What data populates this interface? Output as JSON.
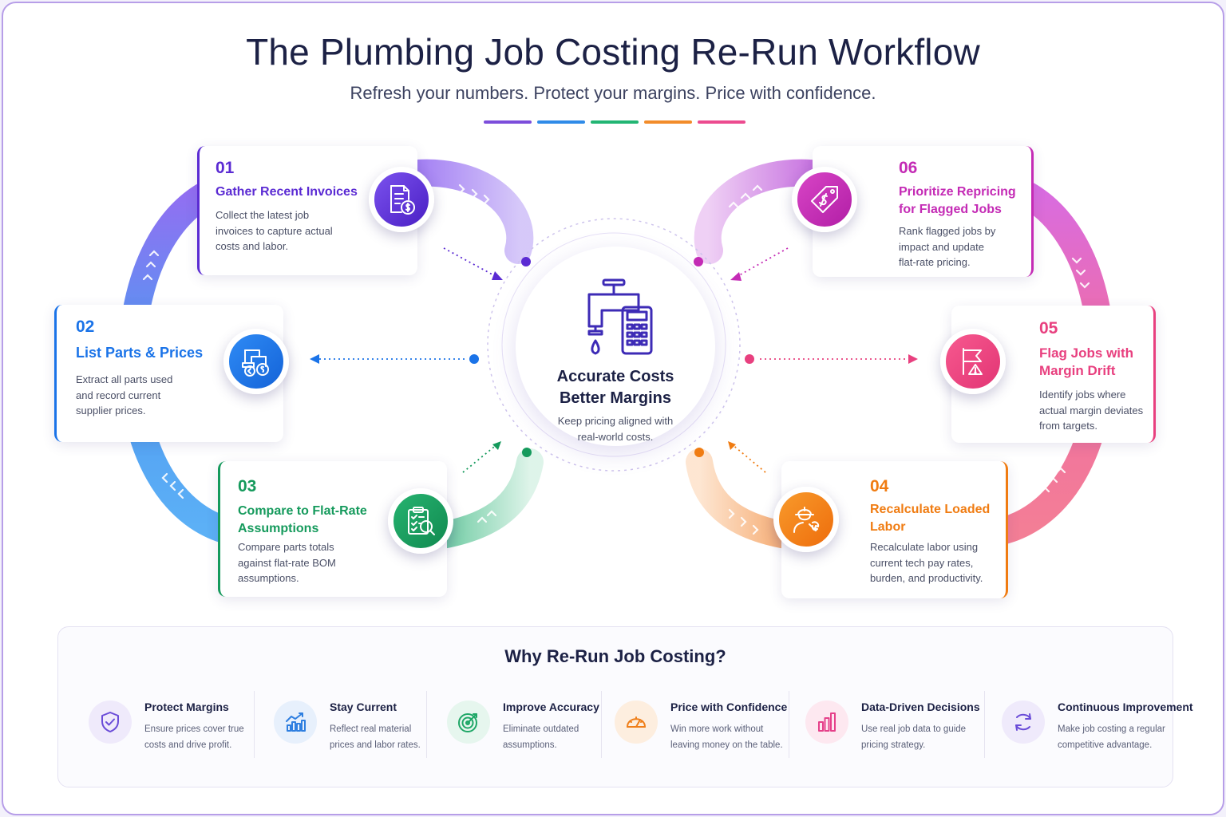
{
  "header": {
    "title": "The Plumbing Job Costing Re-Run Workflow",
    "subtitle": "Refresh your numbers. Protect your margins. Price with confidence."
  },
  "accent_colors": [
    "#7c4ddb",
    "#2f8be8",
    "#22b573",
    "#f28c2a",
    "#ec4b8f"
  ],
  "center": {
    "title_line1": "Accurate Costs",
    "title_line2": "Better Margins",
    "desc_line1": "Keep pricing aligned with",
    "desc_line2": "real-world costs.",
    "icon": "faucet-calculator-icon"
  },
  "steps": [
    {
      "num": "01",
      "title": [
        "Gather Recent Invoices"
      ],
      "desc": [
        "Collect the latest job",
        "invoices to capture actual",
        "costs and labor."
      ],
      "color": "#5b2bd3",
      "icon": "invoice-dollar-icon"
    },
    {
      "num": "02",
      "title": [
        "List Parts & Prices"
      ],
      "desc": [
        "Extract all parts used",
        "and record current",
        "supplier prices."
      ],
      "color": "#1a73e8",
      "icon": "pipe-parts-icon"
    },
    {
      "num": "03",
      "title": [
        "Compare to Flat-Rate",
        "Assumptions"
      ],
      "desc": [
        "Compare parts totals",
        "against flat-rate BOM",
        "assumptions."
      ],
      "color": "#159a5c",
      "icon": "clipboard-search-icon"
    },
    {
      "num": "04",
      "title": [
        "Recalculate Loaded",
        "Labor"
      ],
      "desc": [
        "Recalculate labor using",
        "current tech pay rates,",
        "burden, and productivity."
      ],
      "color": "#f07c12",
      "icon": "technician-wrench-icon"
    },
    {
      "num": "05",
      "title": [
        "Flag Jobs with",
        "Margin Drift"
      ],
      "desc": [
        "Identify jobs where",
        "actual margin deviates",
        "from targets."
      ],
      "color": "#e8407f",
      "icon": "flag-warning-icon"
    },
    {
      "num": "06",
      "title": [
        "Prioritize Repricing",
        "for Flagged Jobs"
      ],
      "desc": [
        "Rank flagged jobs by",
        "impact and update",
        "flat-rate pricing."
      ],
      "color": "#c42bb5",
      "icon": "price-tag-icon"
    }
  ],
  "why": {
    "title": "Why Re-Run Job Costing?",
    "benefits": [
      {
        "title": "Protect Margins",
        "desc": [
          "Ensure prices cover true",
          "costs and drive profit."
        ],
        "color": "#6a4cd8",
        "icon": "shield-check-icon"
      },
      {
        "title": "Stay Current",
        "desc": [
          "Reflect real material",
          "prices and labor rates."
        ],
        "color": "#2f7fe0",
        "icon": "growth-chart-icon"
      },
      {
        "title": "Improve Accuracy",
        "desc": [
          "Eliminate outdated",
          "assumptions."
        ],
        "color": "#1fa767",
        "icon": "target-icon"
      },
      {
        "title": "Price with Confidence",
        "desc": [
          "Win more work without",
          "leaving money on the table."
        ],
        "color": "#ef7f1a",
        "icon": "gauge-icon"
      },
      {
        "title": "Data-Driven Decisions",
        "desc": [
          "Use real job data to guide",
          "pricing strategy."
        ],
        "color": "#e5418a",
        "icon": "bar-chart-icon"
      },
      {
        "title": "Continuous Improvement",
        "desc": [
          "Make job costing a regular",
          "competitive advantage."
        ],
        "color": "#6a4cd8",
        "icon": "refresh-cycle-icon"
      }
    ]
  }
}
